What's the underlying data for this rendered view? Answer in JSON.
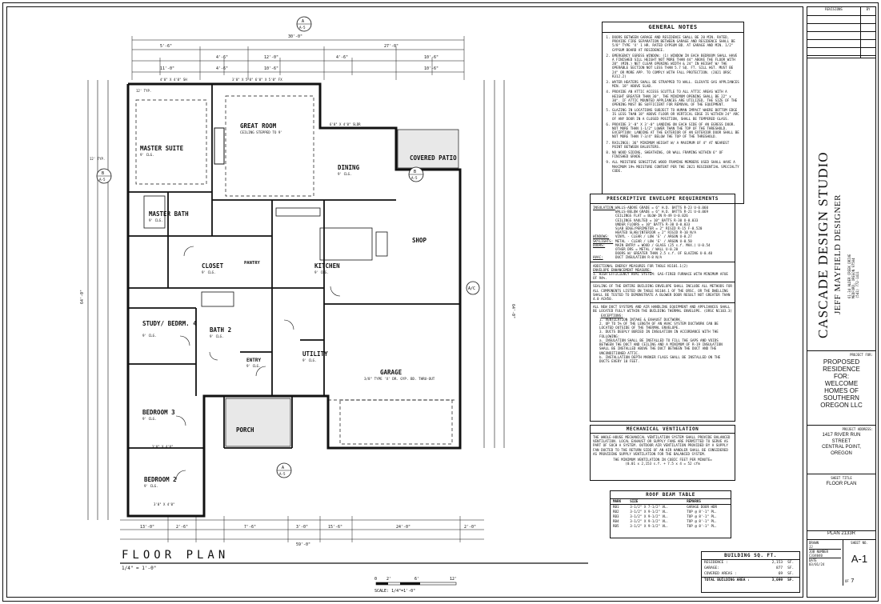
{
  "drawing": {
    "title": "FLOOR PLAN",
    "scale_note": "1/4\" = 1'-0\"",
    "bar_scale_label": "SCALE: 1/4\"=1'-0\"",
    "bar_ticks": [
      "0",
      "2'",
      "6'",
      "12'"
    ]
  },
  "rooms": [
    {
      "name": "GREAT ROOM",
      "sub": "CEILING STEPPED TO 9'"
    },
    {
      "name": "MASTER SUITE",
      "sub": "9' CLG."
    },
    {
      "name": "DINING",
      "sub": "9' CLG."
    },
    {
      "name": "COVERED PATIO",
      "sub": ""
    },
    {
      "name": "MASTER BATH",
      "sub": "9' CLG."
    },
    {
      "name": "CLOSET",
      "sub": "9' CLG."
    },
    {
      "name": "PANTRY",
      "sub": ""
    },
    {
      "name": "KITCHEN",
      "sub": "9' CLG."
    },
    {
      "name": "SHOP",
      "sub": ""
    },
    {
      "name": "STUDY/ BEDRM. 4",
      "sub": "9' CLG."
    },
    {
      "name": "BATH 2",
      "sub": "9' CLG."
    },
    {
      "name": "UTILITY",
      "sub": "9' CLG."
    },
    {
      "name": "ENTRY",
      "sub": "9' CLG."
    },
    {
      "name": "GARAGE",
      "sub": "3/8\" TYPE 'X' DR. GYP. BD. THRU-OUT"
    },
    {
      "name": "BEDROOM 3",
      "sub": "9' CLG."
    },
    {
      "name": "PORCH",
      "sub": ""
    },
    {
      "name": "BEDROOM 2",
      "sub": "9' CLG."
    }
  ],
  "section_marks": [
    {
      "letter": "A",
      "sheet": "A-5"
    },
    {
      "letter": "B",
      "sheet": "A-5"
    },
    {
      "letter": "B",
      "sheet": "A-5"
    },
    {
      "letter": "A",
      "sheet": "A-5"
    }
  ],
  "dimensions": {
    "overall_width": "30'-0\"",
    "top_segments": [
      "5'-6\"",
      "4'-6\"",
      "12'-0\"",
      "4'-6\"",
      "10'-6\""
    ],
    "top_row2": [
      "11'-0\"",
      "4'-6\"",
      "10'-6\"",
      "27'-0\"",
      "10'-6\""
    ],
    "left_overall": "64'-0\"",
    "right_overall": "64'-0\"",
    "bottom_segments": [
      "13'-0\"",
      "2'-6\"",
      "7'-6\"",
      "3'-0\"",
      "15'-6\"",
      "24'-0\"",
      "2'-0\""
    ],
    "bottom_overall": "59'-0\""
  },
  "general_notes": {
    "title": "GENERAL NOTES",
    "items": [
      "DOORS BETWEEN GARAGE AND RESIDENCE SHALL BE 20 MIN. RATED, PROVIDE FIRE SEPARATION BETWEEN GARAGE AND RESIDENCE SHALL BE 5/8\" TYPE 'X' 1 HR. RATED GYPSUM BD. AT GARAGE AND MIN. 1/2\" GYPSUM BOARD AT RESIDENCE.",
      "EMERGENCY EGRESS WINDOW: (1) WINDOW IN EACH BEDROOM SHALL HAVE A FINISHED SILL HEIGHT NOT MORE THAN 44\" ABOVE THE FLOOR WITH 20\" (MIN.) NET CLEAR OPENING WIDTH & 24\" IN HEIGHT W/ THE OPERABLE SECTION NOT LESS THAN 5.7 SQ. FT. SILL HGT. MUST BE 24\" OR MORE APP. TO COMPLY WITH FALL PROTECTION. (2021 ORSC R312.2)",
      "WATER HEATERS SHALL BE STRAPPED TO WALL. ELEVATE GAS APPLIANCES MIN. 18\" ABOVE SLAB.",
      "PROVIDE AN ATTIC ACCESS SCUTTLE TO ALL ATTIC AREAS WITH A HEIGHT GREATER THAN 30\". THE MINIMUM OPENING SHALL BE 22\" x 30\". IF ATTIC MOUNTED APPLIANCES ARE UTILIZED, THE SIZE OF THE OPENING MUST BE SUFFICIENT FOR REMOVAL OF THE EQUIPMENT.",
      "GLAZING IN LOCATIONS SUBJECT TO HUMAN IMPACT WHERE BOTTOM EDGE IS LESS THAN 18\" ABOVE FLOOR OR VERTICAL EDGE IS WITHIN 24\" ARC OF ANY DOOR IN A CLOSED POSITION, SHALL BE TEMPERED GLASS.",
      "PROVIDE 3'-0\" X 3'-0\" LANDING ON EACH SIDE OF AN EGRESS DOOR. NOT MORE THAN 1-1/2\" LOWER THAN THE TOP OF THE THRESHOLD. EXCEPTION: LANDING AT THE EXTERIOR OF AN EXTERIOR DOOR SHALL BE NOT MORE THAN 7-3/4\" BELOW THE TOP OF THE THRESHOLD.",
      "RAILINGS: 36\" MINIMUM HEIGHT W/ A MAXIMUM OF 4\" AT NEAREST POINT BETWEEN BALUSTERS.",
      "NO WOOD SIDING, SHEATHING, OR WALL FRAMING WITHIN 6\" OF FINISHED GRADE.",
      "ALL MOISTURE SENSITIVE WOOD FRAMING MEMBERS USED SHALL HAVE A MAXIMUM 19% MOISTURE CONTENT PER THE 2021 RESIDENTIAL SPECIALTY CODE."
    ]
  },
  "envelope": {
    "title": "PRESCRIPTIVE ENVELOPE REQUIREMENTS",
    "rows": [
      {
        "label": "INSULATION:",
        "items": [
          "WALLS-ABOVE GRADE = 6\" H.D. BATTS R-23 U-0.060",
          "WALLS-BELOW GRADE = 6\" H.D. BATTS R-21 U-0.069",
          "CEILINGS FLAT = BLOW-IN R-49 U-0.026",
          "CEILINGS VAULTED = 10\" BATTS R-30 U-0.033",
          "UNDER FLOORS = 10\" BATTS R-30 U-0.033",
          "SLAB EDGE/PERIMETER = 2\" RIGID R-15 F-0.520",
          "HEATED SLAB/INTERIOR = 2\" RIGID R-10 N/A"
        ]
      },
      {
        "label": "WINDOWS:",
        "items": [
          "VINYL - CLEAR / LOW 'E' / ARGON U-0.27"
        ]
      },
      {
        "label": "SKYLIGHTS:",
        "items": [
          "METAL - CLEAR / LOW 'E' / ARGON U-0.50"
        ]
      },
      {
        "label": "DOORS:",
        "items": [
          "MAIN ENTRY = WOOD / GLASS (25 s.f. MAX.) U-0.54",
          "OTHER DRS = METAL / WALL U-0.20",
          "DOORS W/ GREATER THAN 2.5 s.f. OF GLAZING U-0.40"
        ]
      },
      {
        "label": "HVAC:",
        "items": [
          "DUCT INSULATION R-8 N/A"
        ]
      }
    ],
    "additional_title": "ADDITIONAL ENERGY MEASURES FOR TABLE N1101.1(2)",
    "additional_sub": "ENVELOPE ENHANCEMENT MEASURE:",
    "additional_text": "1. HIGH EFFICIENCY HVAC SYSTEM: GAS-FIRED FURNACE WITH MINIMUM AFUE OF 94%.",
    "sealing_text": "SEALING OF THE ENTIRE BUILDING ENVELOPE SHALL INCLUDE ALL METHODS FOR ALL COMPONENTS LISTED ON TABLE N1104.1 OF THE ORSC. OR THE DWELLING SHALL BE TESTED TO DEMONSTRATE A BLOWER DOOR RESULT NOT GREATER THAN 4.0 ACH50.",
    "duct_text": "ALL NEW DUCT SYSTEMS AND AIR HANDLING EQUIPMENT AND APPLIANCES SHALL BE LOCATED FULLY WITHIN THE BUILDING THERMAL ENVELOPE. (ORSC N1103.3)",
    "exceptions_title": "EXCEPTIONS:",
    "exceptions": [
      "1. VENTILATION INTAKE & EXHAUST DUCTWORK.",
      "2. UP TO 5% OF THE LENGTH OF AN HVAC SYSTEM DUCTWORK CAN BE LOCATED OUTSIDE OF THE THERMAL ENVELOPE.",
      "3. DUCTS DEEPLY BURIED IN INSULATION IN ACCORDANCE WITH THE FOLLOWING:",
      "a. INSULATION SHALL BE INSTALLED TO FILL THE GAPS AND VOIDS BETWEEN THE DUCT AND CEILING AND A MINIMUM OF R-19 INSULATION SHALL BE INSTALLED ABOVE THE DUCT BETWEEN THE DUCT AND THE UNCONDITIONED ATTIC.",
      "b. INSTALLATION DEPTH MARKER FLAGS SHALL BE INSTALLED ON THE DUCTS EVERY 10 FEET."
    ]
  },
  "ventilation": {
    "title": "MECHANICAL VENTILATION",
    "text": "THE WHOLE-HOUSE MECHANICAL VENTILATION SYSTEM SHALL PROVIDE BALANCED VENTILATION. LOCAL EXHAUST OR SUPPLY FANS ARE PERMITTED TO SERVE AS PART OF SUCH A SYSTEM. OUTDOOR AIR VENTILATION PROVIDED BY A SUPPLY FAN DUCTED TO THE RETURN SIDE OF AN AIR HANDLER SHALL BE CONSIDERED AS PROVIDING SUPPLY VENTILATION FOR THE BALANCED SYSTEM.",
    "formula_label": "THE MINIMUM VENTILATION IN CUBIC FEET PER MINUTE=",
    "formula": "(0.01 x 2,153 s.f. + 7.5 x 4 = 52 cfm"
  },
  "roof_beam": {
    "title": "ROOF BEAM TABLE",
    "headers": [
      "MARK",
      "SIZE",
      "REMARKS"
    ],
    "rows": [
      [
        "RB1",
        "3-1/2\" X 7-1/2\" VL.",
        "GARAGE DOOR HDR"
      ],
      [
        "RB2",
        "3-1/2\" X 9-1/2\" VL.",
        "TOP @ 8'-1\" PL."
      ],
      [
        "RB3",
        "3-1/2\" X 9-1/2\" VL.",
        "TOP @ 8'-1\" PL."
      ],
      [
        "RB4",
        "3-1/2\" X 9-1/2\" VL.",
        "TOP @ 8'-1\" PL."
      ],
      [
        "RB5",
        "3-1/2\" X 9-1/2\" VL.",
        "TOP @ 8'-1\" PL."
      ]
    ]
  },
  "building_sqft": {
    "title": "BUILDING SQ. FT.",
    "rows": [
      [
        "RESIDENCE :",
        "2,153",
        "SF."
      ],
      [
        "GARAGE:",
        "877",
        "SF."
      ],
      [
        "COVERED AREAS :",
        "69",
        "SF."
      ],
      [
        "TOTAL BUILDING AREA :",
        "3,099",
        "SF."
      ]
    ]
  },
  "title_block": {
    "revisions_label": "REVISIONS",
    "by_label": "BY",
    "studio": "CASCADE DESIGN STUDIO",
    "designer": "JEFF MAYFIELD DESIGNER",
    "address_lines": [
      "61-34 ALDER CREEK DRIVE",
      "MEDFORD, OREGON 97504",
      "(541) 772-1411"
    ],
    "project_for_label": "PROJECT FOR:",
    "project_for": [
      "PROPOSED",
      "RESIDENCE",
      "FOR:",
      "WELCOME",
      "HOMES OF",
      "SOUTHERN",
      "OREGON LLC"
    ],
    "project_address_label": "PROJECT ADDRESS:",
    "project_address": [
      "1417 RIVER RUN",
      "STREET",
      "CENTRAL POINT,",
      "OREGON"
    ],
    "sheet_title_label": "SHEET TITLE",
    "sheet_title": "FLOOR PLAN",
    "plan_number": "PLAN 2133R",
    "drawn_label": "DRAWN",
    "drawn": "JJ",
    "job_label": "JOB NUMBER",
    "job": "C334040",
    "date_label": "DATE",
    "date": "03/01/24",
    "sheet_no_label": "SHEET NO.",
    "sheet_no": "A-1",
    "of_label": "OF",
    "of": "7"
  }
}
